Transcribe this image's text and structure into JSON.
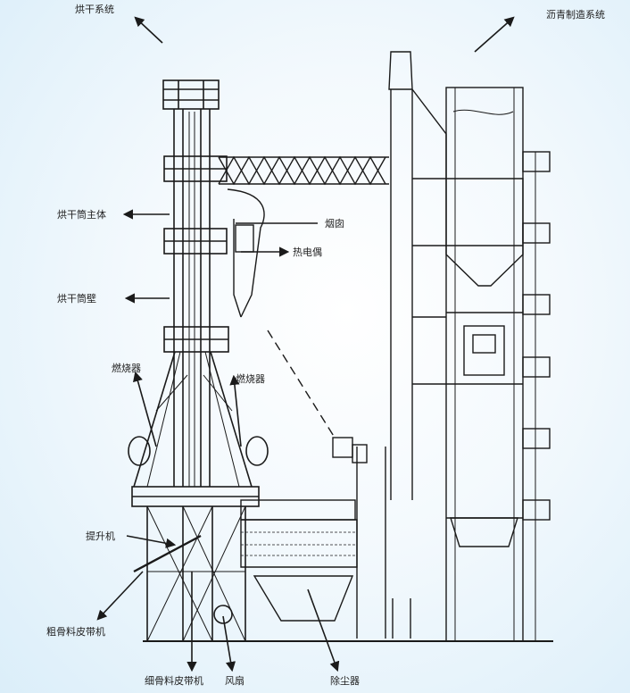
{
  "labels": {
    "drying_system": "烘干系统",
    "asphalt_system": "沥青制造系统",
    "drum_body": "烘干筒主体",
    "drum_wall": "烘干筒壁",
    "chimney": "烟囱",
    "thermocouple": "热电偶",
    "burner_left": "燃烧器",
    "burner_right": "燃烧器",
    "elevator": "提升机",
    "coarse_belt": "粗骨料皮带机",
    "fine_belt": "细骨料皮带机",
    "fan": "风扇",
    "dust_collector": "除尘器"
  }
}
